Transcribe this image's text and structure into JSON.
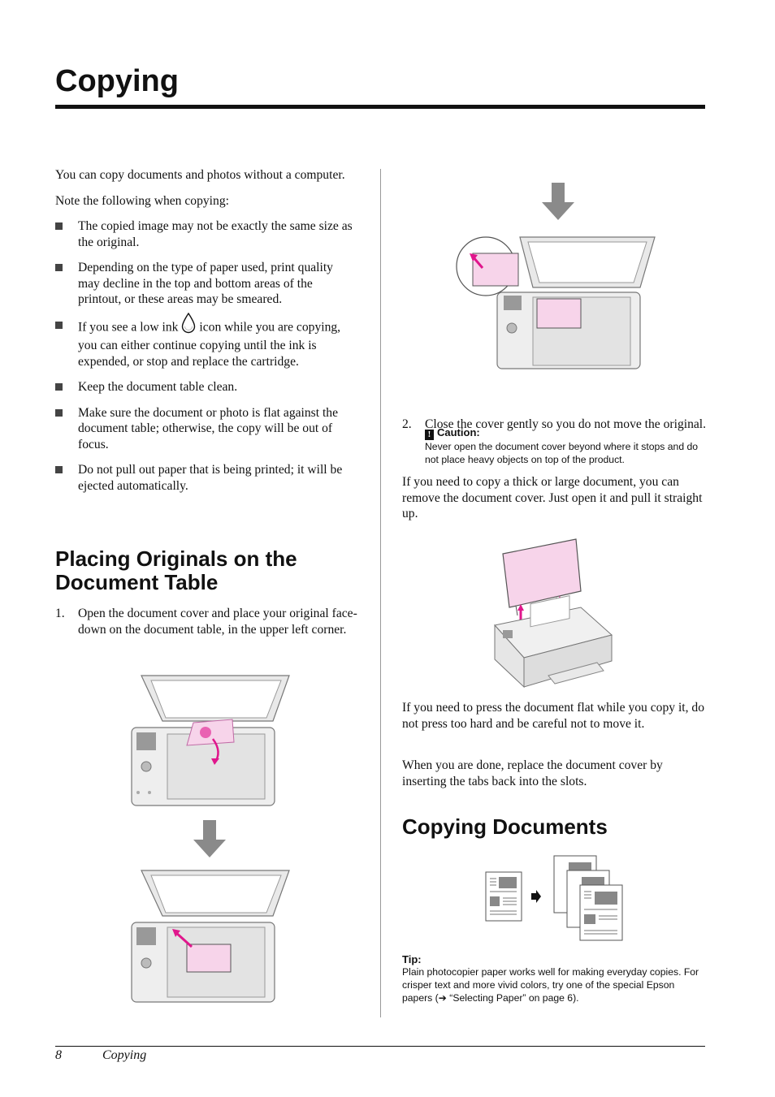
{
  "title": "Copying",
  "intro": {
    "p1": "You can copy documents and photos without a computer.",
    "p2": "Note the following when copying:"
  },
  "bullets": [
    "The copied image may not be exactly the same size as the original.",
    "Depending on the type of paper used, print quality may decline in the top and bottom areas of the printout, or these areas may be smeared.",
    {
      "before": "If you see a low ink",
      "after": "icon while you are copying, you can either continue copying until the ink is expended, or stop and replace the cartridge."
    },
    "Keep the document table clean.",
    "Make sure the document or photo is flat against the document table; otherwise, the copy will be out of focus.",
    "Do not pull out paper that is being printed; it will be ejected automatically."
  ],
  "section_placing": {
    "heading": "Placing Originals on the Document Table",
    "step1_num": "1.",
    "step1": "Open the document cover and place your original face-down on the document table, in the upper left corner.",
    "step2_num": "2.",
    "step2": "Close the cover gently so you do not move the original.",
    "caution_label": "Caution:",
    "caution_text": "Never open the document cover beyond where it stops and do not place heavy objects on top of the product.",
    "p_thick": "If you need to copy a thick or large document, you can remove the document cover. Just open it and pull it straight up.",
    "p_flat": "If you need to press the document flat while you copy it, do not press too hard and be careful not to move it.",
    "p_done": "When you are done, replace the document cover by inserting the tabs back into the slots."
  },
  "section_docs": {
    "heading": "Copying Documents",
    "tip_label": "Tip:",
    "tip_text": "Plain photocopier paper works well for making everyday copies. For crisper text and more vivid colors, try one of the special Epson papers (➔ “Selecting Paper” on page 6)."
  },
  "footer": {
    "page_number": "8",
    "section": "Copying"
  },
  "colors": {
    "accent_magenta": "#e0168c",
    "paper_pink": "#f7d4ea",
    "arrow_gray": "#8a8a8a"
  }
}
